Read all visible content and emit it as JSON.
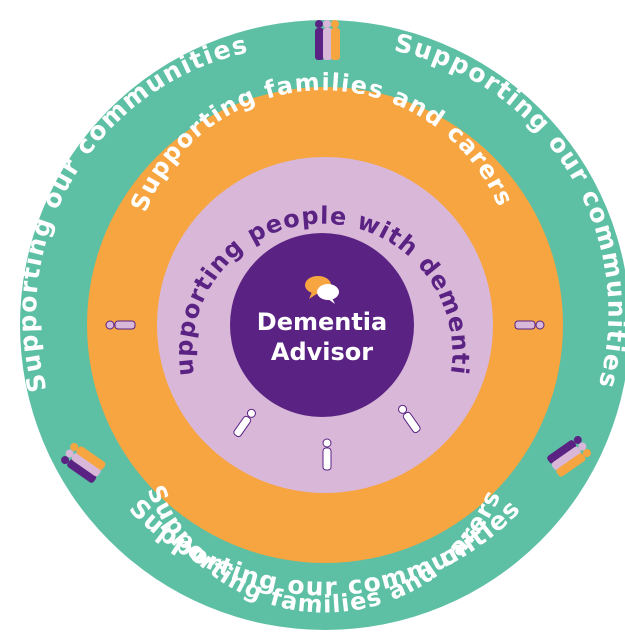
{
  "rings": {
    "outer": {
      "label_top_left": "Supporting our communities",
      "label_top_right": "Supporting our communities",
      "label_left": "Supporting our communities",
      "label_right": "Supporting our communities",
      "label_bottom": "Supporting our communities",
      "color": "#5dbfa4"
    },
    "middle": {
      "label_top": "Supporting families and carers",
      "label_bottom": "Supporting families and carers",
      "color": "#f6a540"
    },
    "inner": {
      "label": "Supporting people with dementia",
      "color": "#d9b7d9"
    }
  },
  "center": {
    "line1": "Dementia",
    "line2": "Advisor",
    "color": "#5a2383",
    "icon": "speech-bubbles-icon"
  },
  "icons": {
    "group": "group-of-people-icon",
    "person": "person-icon"
  },
  "colors": {
    "text_light": "#ffffff",
    "text_purple": "#5a2383",
    "purple": "#5a2383",
    "orange": "#f6a540"
  }
}
